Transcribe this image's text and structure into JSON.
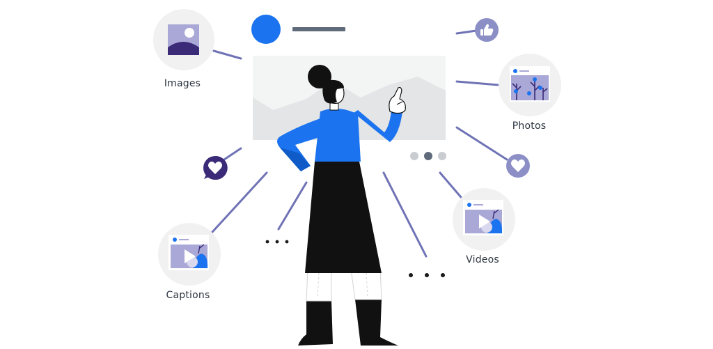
{
  "labels": {
    "images": "Images",
    "photos": "Photos",
    "videos": "Videos",
    "captions": "Captions"
  },
  "colors": {
    "accent_blue": "#1b73f0",
    "line_purple": "#6f73b5",
    "deep_purple": "#3a2a78",
    "lavender": "#a9a8d6",
    "circle_bg": "#f1f1f1",
    "dark_text": "#2c3440"
  },
  "icons": {
    "like": "thumbs-up-icon",
    "heart": "heart-icon",
    "play": "play-icon",
    "image": "image-icon"
  },
  "carousel": {
    "dots": 3,
    "active_dot": 2
  }
}
